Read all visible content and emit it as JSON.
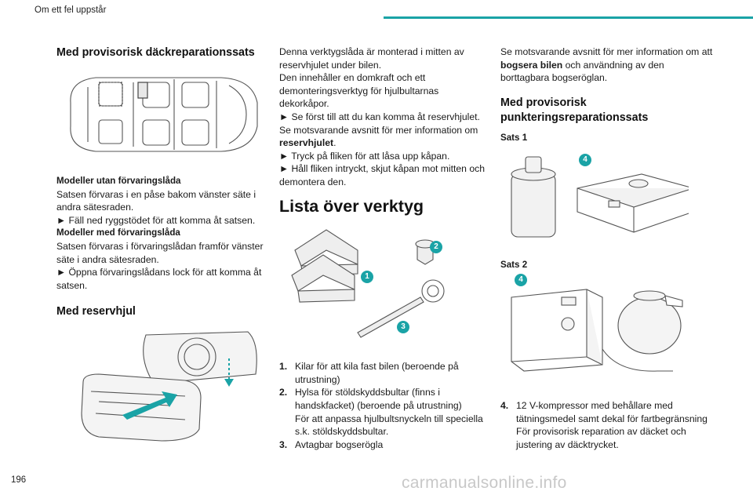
{
  "header": {
    "title": "Om ett fel uppstår"
  },
  "col1": {
    "heading1": "Med provisorisk däckreparationssats",
    "para1_bold": "Modeller utan förvaringslåda",
    "para1_lines": [
      "Satsen förvaras i en påse bakom vänster säte i andra sätesraden.",
      "► Fäll ned ryggstödet för att komma åt satsen."
    ],
    "para2_bold": "Modeller med förvaringslåda",
    "para2_lines": [
      "Satsen förvaras i förvaringslådan framför vänster säte i andra sätesraden.",
      "► Öppna förvaringslådans lock för att komma åt satsen."
    ],
    "heading2": "Med reservhjul"
  },
  "col2": {
    "intro": [
      "Denna verktygslåda är monterad i mitten av reservhjulet under bilen.",
      "Den innehåller en domkraft och ett demonteringsverktyg för hjulbultarnas dekorkåpor."
    ],
    "step1_pre": "► Se först till att du kan komma åt reservhjulet.",
    "step1_ref": "Se motsvarande avsnitt för mer information om ",
    "step1_bold": "reservhjulet",
    "step1_end": ".",
    "step2": "► Tryck på fliken för att låsa upp kåpan.",
    "step3": "► Håll fliken intryckt, skjut kåpan mot mitten och demontera den.",
    "heading": "Lista över verktyg",
    "badges": [
      "1",
      "2",
      "3"
    ],
    "items": [
      {
        "num": "1.",
        "text": "Kilar för att kila fast bilen (beroende på utrustning)"
      },
      {
        "num": "2.",
        "text": "Hylsa för stöldskyddsbultar (finns i handskfacket) (beroende på utrustning)",
        "extra": "För att anpassa hjulbultsnyckeln till speciella s.k. stöldskyddsbultar."
      },
      {
        "num": "3.",
        "text": "Avtagbar bogserögla"
      }
    ]
  },
  "col3": {
    "ref_pre": "Se motsvarande avsnitt för mer information om att ",
    "ref_bold": "bogsera bilen",
    "ref_post": " och användning av den borttagbara bogseröglan.",
    "heading": "Med provisorisk punkteringsreparationssats",
    "kit1": "Sats 1",
    "kit2": "Sats 2",
    "badge": "4",
    "item4_num": "4.",
    "item4_text": "12 V-kompressor med behållare med tätningsmedel samt dekal för fartbegränsning",
    "item4_extra": "För provisorisk reparation av däcket och justering av däcktrycket."
  },
  "footer": {
    "page": "196",
    "watermark": "carmanualsonline.info"
  },
  "colors": {
    "accent": "#1aa3a6",
    "line": "#555555"
  }
}
